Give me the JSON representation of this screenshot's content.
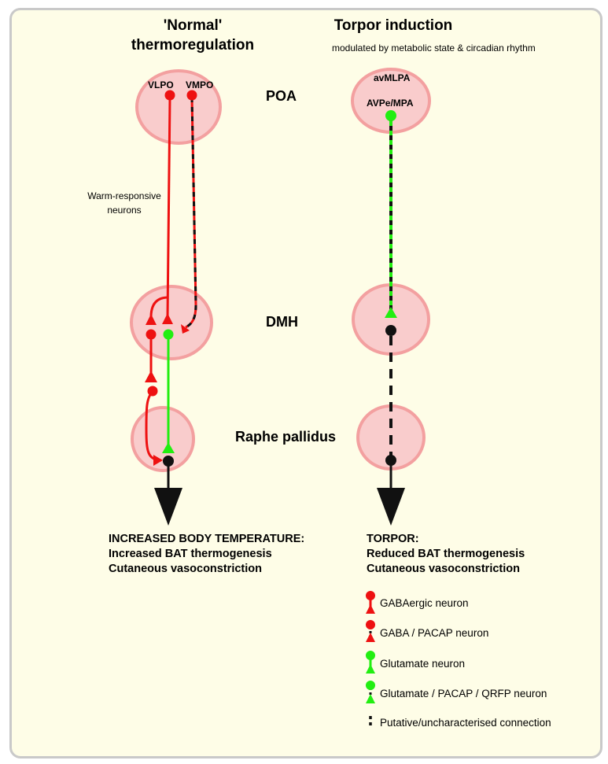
{
  "titles": {
    "left": [
      "'Normal'",
      "thermoregulation"
    ],
    "right": "Torpor induction",
    "right_subtitle": "modulated by metabolic state & circadian rhythm"
  },
  "regions": {
    "poa": "POA",
    "dmh": "DMH",
    "raphe": "Raphe pallidus"
  },
  "neuron_labels": {
    "vlpo": "VLPO",
    "vmpo": "VMPO",
    "avmlpa": "avMLPA",
    "avpe_mpa": "AVPe/MPA"
  },
  "annotation": [
    "Warm-responsive",
    "neurons"
  ],
  "outcomes": {
    "left": {
      "heading": "INCREASED BODY TEMPERATURE:",
      "lines": [
        "Increased BAT thermogenesis",
        "Cutaneous vasoconstriction"
      ]
    },
    "right": {
      "heading": "TORPOR:",
      "lines": [
        "Reduced BAT thermogenesis",
        "Cutaneous vasoconstriction"
      ]
    }
  },
  "legend": [
    {
      "label": "GABAergic neuron",
      "color": "#ee1111",
      "style": "solid"
    },
    {
      "label": "GABA / PACAP neuron",
      "color": "#ee1111",
      "style": "dashed"
    },
    {
      "label": "Glutamate neuron",
      "color": "#22ee11",
      "style": "solid"
    },
    {
      "label": "Glutamate / PACAP / QRFP neuron",
      "color": "#22ee11",
      "style": "dashed"
    },
    {
      "label": "Putative/uncharacterised connection",
      "color": "#000000",
      "style": "dotted"
    }
  ],
  "colors": {
    "gaba": "#ee1111",
    "glutamate": "#22ee11",
    "region_fill": "#f9cccc",
    "region_stroke": "#f3a0a0",
    "background": "#fefde7"
  }
}
